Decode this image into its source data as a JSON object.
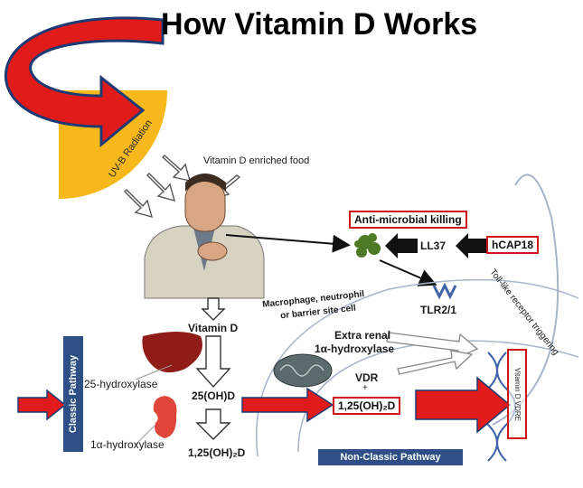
{
  "title": "How Vitamin D Works",
  "labels": {
    "uvb": "UV-B Radiation",
    "food": "Vitamin D enriched food",
    "antimicrobial": "Anti-microbial killing",
    "ll37": "LL37",
    "hcap18": "hCAP18",
    "toll": "Toll-like receptor triggering",
    "macrophage_1": "Macrophage, neutrophil",
    "macrophage_2": "or barrier site cell",
    "tlr": "TLR2/1",
    "vitd": "Vitamin D",
    "extrarenal_1": "Extra renal",
    "extrarenal_2": "1α-hydroxylase",
    "hydroxylase25": "25-hydroxylase",
    "oh25": "25(OH)D",
    "vdr": "VDR",
    "plus": "+",
    "oh125_box": "1,25(OH)₂D",
    "vdre": "Vitamin D VDRE",
    "alpha1": "1α-hydroxylase",
    "oh125_bottom": "1,25(OH)₂D",
    "classic": "Classic Pathway",
    "nonclassic": "Non-Classic Pathway"
  },
  "colors": {
    "highlight_red": "#d0161b",
    "pathway_blue": "#2d4f86",
    "sun_yellow": "#f6b81a"
  },
  "icons": [
    "sun-icon",
    "man-coughing-illustration",
    "liver-icon",
    "kidney-icon",
    "mitochondrion-icon",
    "bacteria-icon",
    "dna-helix-icon",
    "receptor-icon"
  ]
}
